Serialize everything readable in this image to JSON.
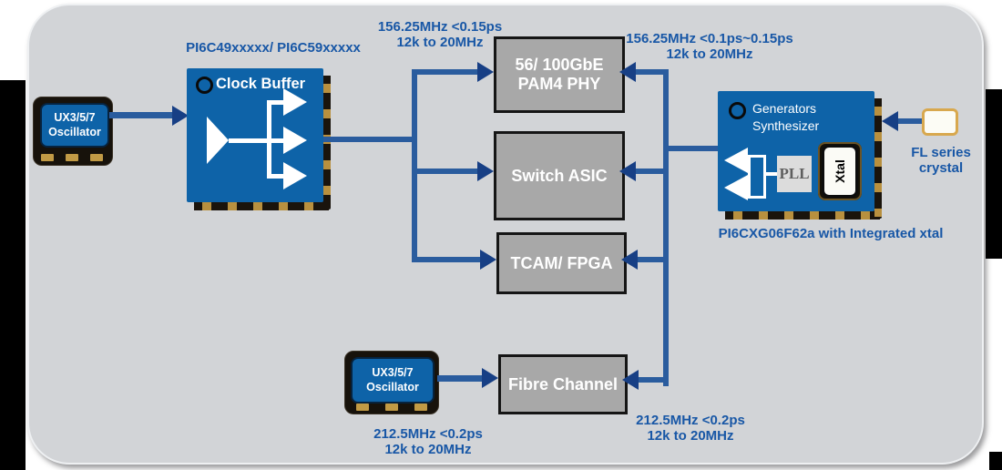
{
  "colors": {
    "panel": "#d2d4d7",
    "chip_blue": "#0e63a8",
    "line_blue": "#2a5c9e",
    "head_blue": "#173f85",
    "navy_text": "#1857a6",
    "load_gray": "#a8a8a8"
  },
  "labels": {
    "buffer_part": "PI6C49xxxxx/ PI6C59xxxxx",
    "buffer_name": "Clock Buffer",
    "synth_name_line1": "Generators",
    "synth_name_line2": "Synthesizer",
    "synth_pll": "PLL",
    "synth_xtal": "Xtal",
    "synth_part": "PI6CXG06F62a with Integrated xtal",
    "osc_left_line1": "UX3/5/7",
    "osc_left_line2": "Oscillator",
    "osc_bottom_line1": "UX3/5/7",
    "osc_bottom_line2": "Oscillator",
    "crystal_line1": "FL series",
    "crystal_line2": "crystal"
  },
  "loads": {
    "pam4_line1": "56/ 100GbE",
    "pam4_line2": "PAM4 PHY",
    "switch_asic": "Switch ASIC",
    "tcam_fpga": "TCAM/ FPGA",
    "fibre_channel": "Fibre Channel"
  },
  "annotations": {
    "top_left_line1": "156.25MHz <0.15ps",
    "top_left_line2": "12k to 20MHz",
    "top_right_line1": "156.25MHz <0.1ps~0.15ps",
    "top_right_line2": "12k to 20MHz",
    "bottom_left_line1": "212.5MHz <0.2ps",
    "bottom_left_line2": "12k to 20MHz",
    "bottom_right_line1": "212.5MHz <0.2ps",
    "bottom_right_line2": "12k to 20MHz"
  }
}
